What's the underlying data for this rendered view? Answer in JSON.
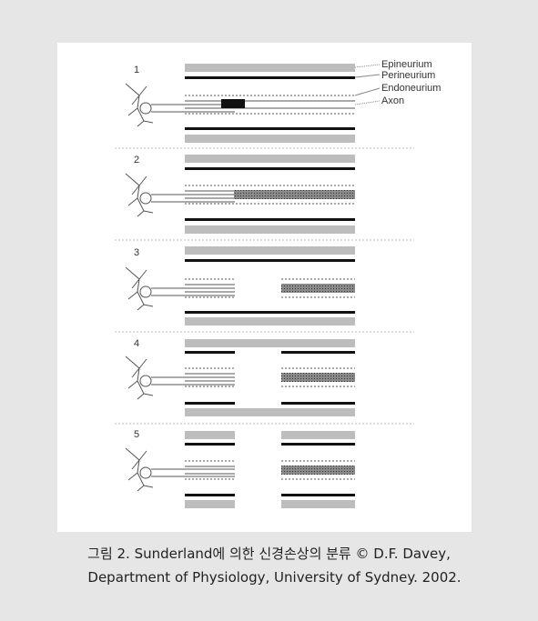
{
  "diagram": {
    "labels": {
      "epineurium": "Epineurium",
      "perineurium": "Perineurium",
      "endoneurium": "Endoneurium",
      "axon": "Axon"
    },
    "stages": [
      "1",
      "2",
      "3",
      "4",
      "5"
    ]
  },
  "caption": {
    "line1": "그림 2. Sunderland에 의한 신경손상의 분류 © D.F. Davey,",
    "line2": "Department of Physiology, University of Sydney. 2002."
  },
  "colors": {
    "background": "#e6e6e6",
    "epineurium": "#bdbdbd",
    "perineurium": "#111111",
    "lesion": "#666666"
  }
}
